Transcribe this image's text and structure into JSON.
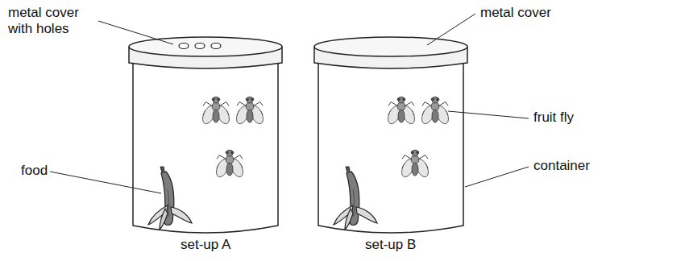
{
  "diagram": {
    "labels": [
      "metal cover with holes",
      "food",
      "set-up A",
      "metal cover",
      "fruit fly",
      "container",
      "set-up B"
    ]
  }
}
